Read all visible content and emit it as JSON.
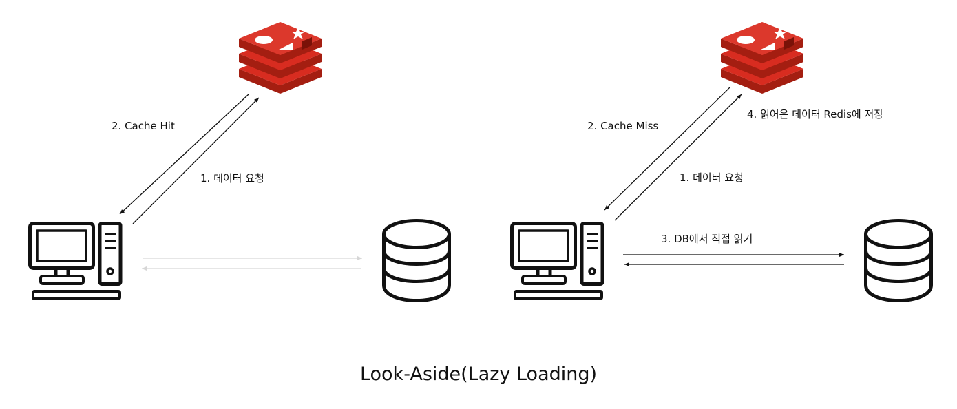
{
  "left_panel": {
    "arrow_request_label": "1. 데이터 요청",
    "arrow_response_label": "2. Cache Hit",
    "redis_icon": "redis-logo-icon",
    "client_icon": "desktop-computer-icon",
    "db_icon": "database-icon",
    "db_link_state": "inactive"
  },
  "right_panel": {
    "arrow_request_label": "1. 데이터 요청",
    "arrow_response_label": "2. Cache Miss",
    "db_read_label": "3. DB에서 직접 읽기",
    "redis_write_label": "4. 읽어온 데이터 Redis에 저장",
    "redis_icon": "redis-logo-icon",
    "client_icon": "desktop-computer-icon",
    "db_icon": "database-icon"
  },
  "caption": "Look-Aside(Lazy Loading)",
  "colors": {
    "redis_red": "#d82c20",
    "redis_dark": "#a41e11",
    "line": "#111111",
    "inactive_line": "#d6d6d6"
  }
}
